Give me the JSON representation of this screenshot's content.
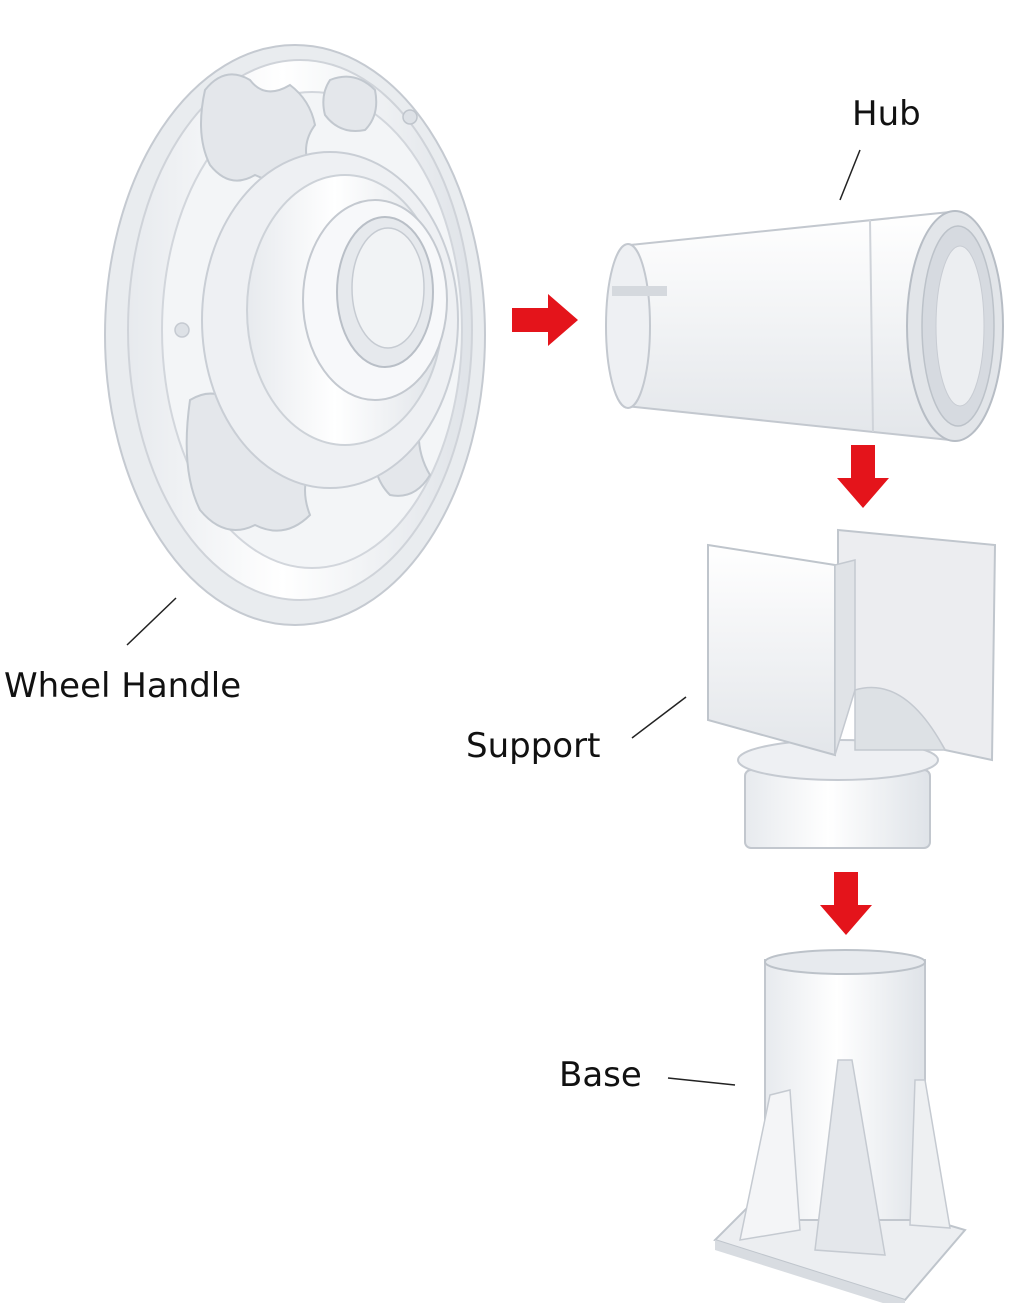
{
  "labels": {
    "hub": "Hub",
    "wheel_handle": "Wheel Handle",
    "support": "Support",
    "base": "Base"
  },
  "colors": {
    "arrow": "#e4141b",
    "part": "#f6f7f9",
    "part_shadow": "#d9dde3",
    "part_edge": "#b9bfc8",
    "leader": "#222222"
  },
  "arrows": [
    "right-arrow",
    "down-arrow",
    "down-arrow"
  ]
}
